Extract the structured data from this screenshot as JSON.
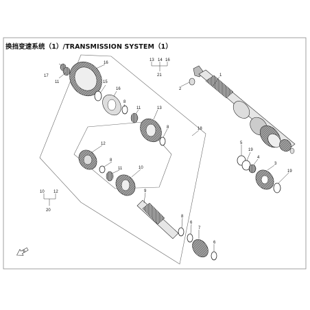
{
  "title": "换挡变速系统（1）/TRANSMISSION SYSTEM（1）",
  "callouts": {
    "c1": "1",
    "c2": "2",
    "c3": "3",
    "c4": "4",
    "c5": "5",
    "c6a": "6",
    "c6b": "6",
    "c7": "7",
    "c8a": "8",
    "c8b": "8",
    "c8c": "8",
    "c9": "9",
    "c10a": "10",
    "c10b": "10",
    "c11a": "11",
    "c11b": "11",
    "c11c": "11",
    "c12a": "12",
    "c12b": "12",
    "c13a": "13",
    "c13b": "13",
    "c14": "14",
    "c15": "15",
    "c16a": "16",
    "c16b": "16",
    "c17": "17",
    "c18": "18",
    "c19a": "19",
    "c19b": "19",
    "c20": "20",
    "c21": "21"
  },
  "orientation_label": "前"
}
